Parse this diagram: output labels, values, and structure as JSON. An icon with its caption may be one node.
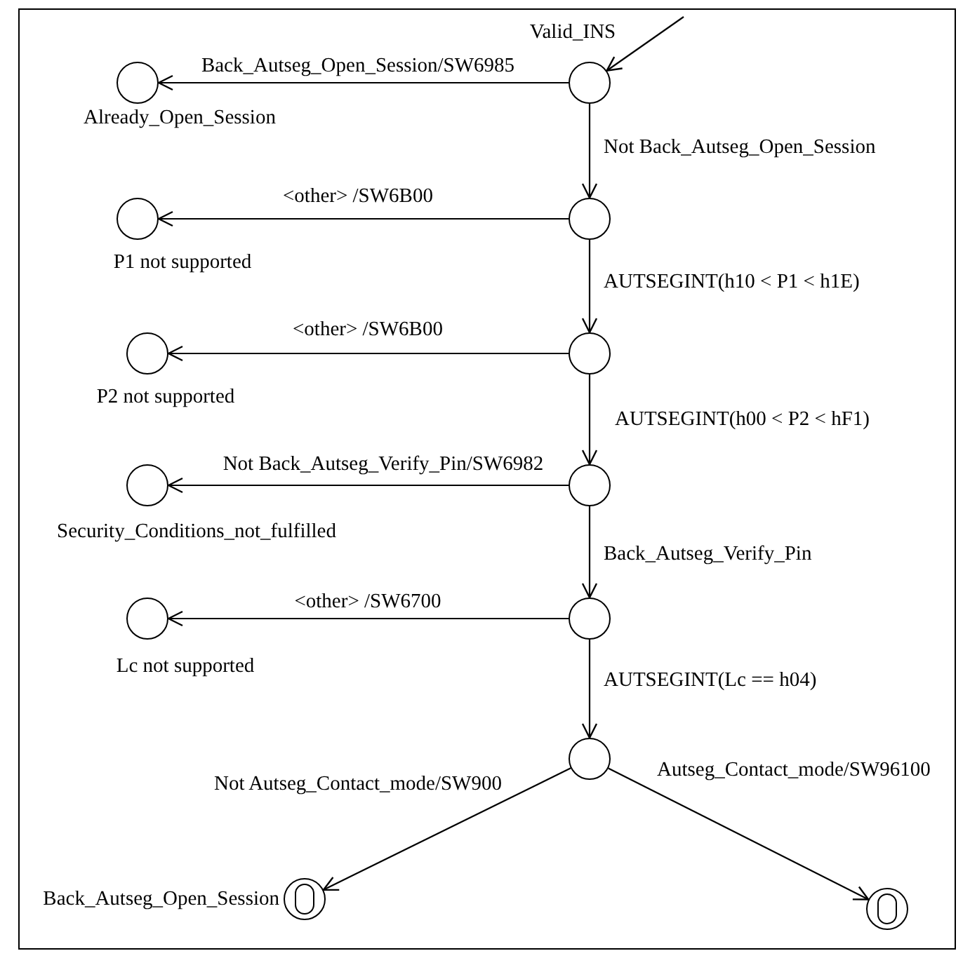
{
  "diagram": {
    "nodes": [
      {
        "text": [],
        "shape": "circle",
        "beside": [
          "Valid_INS"
        ]
      },
      {
        "text": [],
        "shape": "circle",
        "beside": [
          "Already_Open_Session"
        ]
      },
      {
        "text": [],
        "shape": "circle"
      },
      {
        "text": [],
        "shape": "circle",
        "beside": [
          "P1 not supported"
        ]
      },
      {
        "text": [],
        "shape": "circle"
      },
      {
        "text": [],
        "shape": "circle",
        "beside": [
          "P2 not supported"
        ]
      },
      {
        "text": [],
        "shape": "circle"
      },
      {
        "text": [],
        "shape": "circle",
        "beside": [
          "Security_Conditions_not_fulfilled"
        ]
      },
      {
        "text": [],
        "shape": "circle"
      },
      {
        "text": [],
        "shape": "circle",
        "beside": [
          "Lc not supported"
        ]
      },
      {
        "text": [],
        "shape": "circle"
      },
      {
        "text": [],
        "shape": "double-circle",
        "beside": [
          "Back_Autseg_Open_Session"
        ]
      },
      {
        "text": [],
        "shape": "double-circle"
      }
    ],
    "edges": [
      {
        "from": null,
        "to": 0,
        "arrow": "to"
      },
      {
        "from": 0,
        "to": 1,
        "arrow": "to",
        "label": "Back_Autseg_Open_Session/SW6985"
      },
      {
        "from": 0,
        "to": 2,
        "arrow": "to",
        "label": "Not Back_Autseg_Open_Session"
      },
      {
        "from": 2,
        "to": 3,
        "arrow": "to",
        "label": "<other> /SW6B00"
      },
      {
        "from": 2,
        "to": 4,
        "arrow": "to",
        "label": "AUTSEGINT(h10 < P1 < h1E)"
      },
      {
        "from": 4,
        "to": 5,
        "arrow": "to",
        "label": "<other> /SW6B00"
      },
      {
        "from": 4,
        "to": 6,
        "arrow": "to",
        "label": "AUTSEGINT(h00 < P2 < hF1)"
      },
      {
        "from": 6,
        "to": 7,
        "arrow": "to",
        "label": "Not Back_Autseg_Verify_Pin/SW6982"
      },
      {
        "from": 6,
        "to": 8,
        "arrow": "to",
        "label": "Back_Autseg_Verify_Pin"
      },
      {
        "from": 8,
        "to": 9,
        "arrow": "to",
        "label": "<other> /SW6700"
      },
      {
        "from": 8,
        "to": 10,
        "arrow": "to",
        "label": "AUTSEGINT(Lc == h04)"
      },
      {
        "from": 10,
        "to": 11,
        "arrow": "to",
        "label": "Not Autseg_Contact_mode/SW900"
      },
      {
        "from": 10,
        "to": 12,
        "arrow": "to",
        "label": "Autseg_Contact_mode/SW96100"
      }
    ]
  }
}
